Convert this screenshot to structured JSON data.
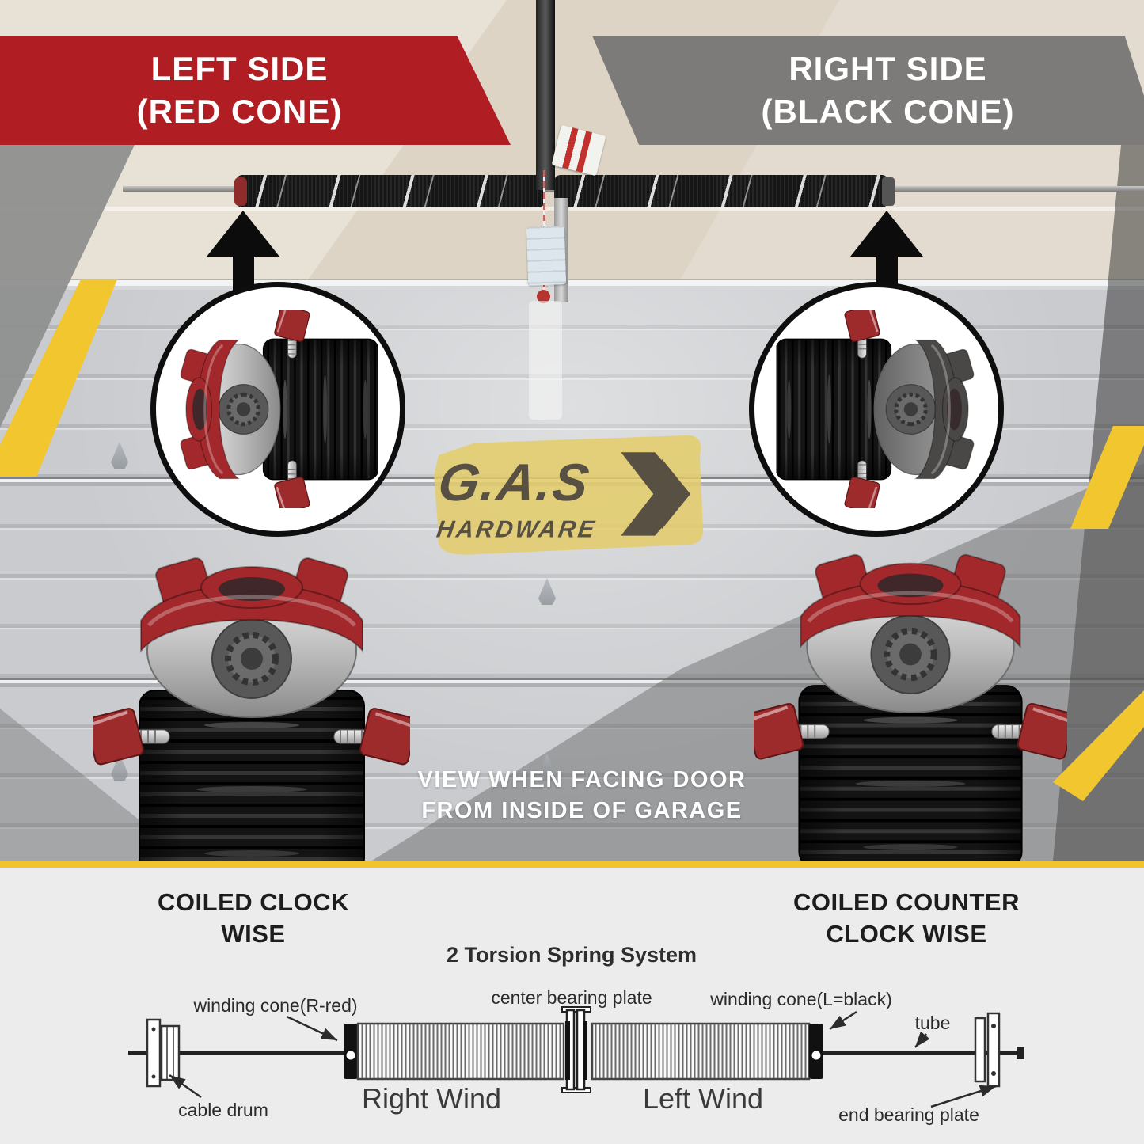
{
  "banners": {
    "left": {
      "line1": "LEFT SIDE",
      "line2": "(RED CONE)"
    },
    "right": {
      "line1": "RIGHT SIDE",
      "line2": "(BLACK CONE)"
    }
  },
  "logo": {
    "name": "G.A.S",
    "subtitle": "HARDWARE"
  },
  "caption": {
    "line1": "VIEW WHEN FACING DOOR",
    "line2": "FROM INSIDE OF GARAGE"
  },
  "bottom": {
    "left_heading": "COILED CLOCK WISE",
    "right_heading": "COILED COUNTER CLOCK WISE",
    "diagram": {
      "title": "2 Torsion Spring System",
      "labels": {
        "winding_cone_red": "winding cone(R-red)",
        "center_bearing_plate": "center bearing plate",
        "winding_cone_black": "winding cone(L=black)",
        "tube": "tube",
        "cable_drum": "cable drum",
        "right_wind": "Right Wind",
        "left_wind": "Left Wind",
        "end_bearing_plate": "end bearing plate"
      }
    }
  },
  "colors": {
    "banner_red": "#b01d22",
    "banner_gray": "#7d7b7a",
    "accent_yellow": "#f2c62e",
    "cone_red": "#a2282b",
    "cone_black": "#4a4846",
    "diagram_ink": "#2b2b2b"
  }
}
